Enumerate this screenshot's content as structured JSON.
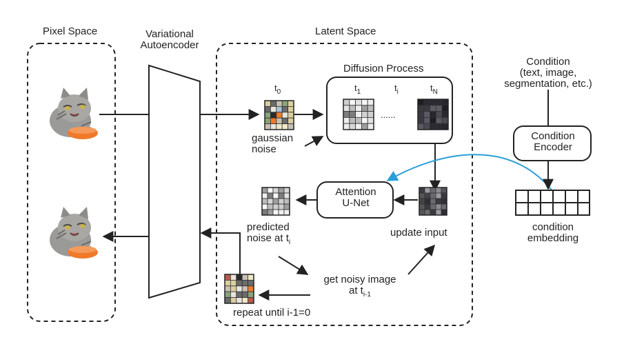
{
  "labels": {
    "pixel_space": "Pixel Space",
    "vae_line1": "Variational",
    "vae_line2": "Autoencoder",
    "latent_space": "Latent Space",
    "diffusion_process": "Diffusion Process",
    "t0": "t",
    "t0_sub": "0",
    "t1": "t",
    "t1_sub": "1",
    "ti": "t",
    "ti_sub": "i",
    "tN": "t",
    "tN_sub": "N",
    "dots": "......",
    "gaussian_line1": "gaussian",
    "gaussian_line2": "noise",
    "condition_line1": "Condition",
    "condition_line2": "(text, image,",
    "condition_line3": "segmentation, etc.)",
    "encoder_line1": "Condition",
    "encoder_line2": "Encoder",
    "attention_line1": "Attention",
    "attention_line2": "U-Net",
    "update_input": "update input",
    "predicted_line1": "predicted",
    "predicted_line2": "noise at t",
    "predicted_sub": "i",
    "noisy_line1": "get noisy image",
    "noisy_line2": "at t",
    "noisy_sub": "i-1",
    "repeat": "repeat until i-1=0",
    "cond_embed_line1": "condition",
    "cond_embed_line2": "embedding"
  },
  "colors": {
    "stroke": "#222222",
    "cross_attention_arrow": "#2a9fd8",
    "latent_orange": "#f07a2a",
    "latent_dark": "#1e1e22"
  },
  "icons": {
    "cat_image": "cat-eating-photo-icon",
    "latent_grid": "latent-grid-icon"
  }
}
